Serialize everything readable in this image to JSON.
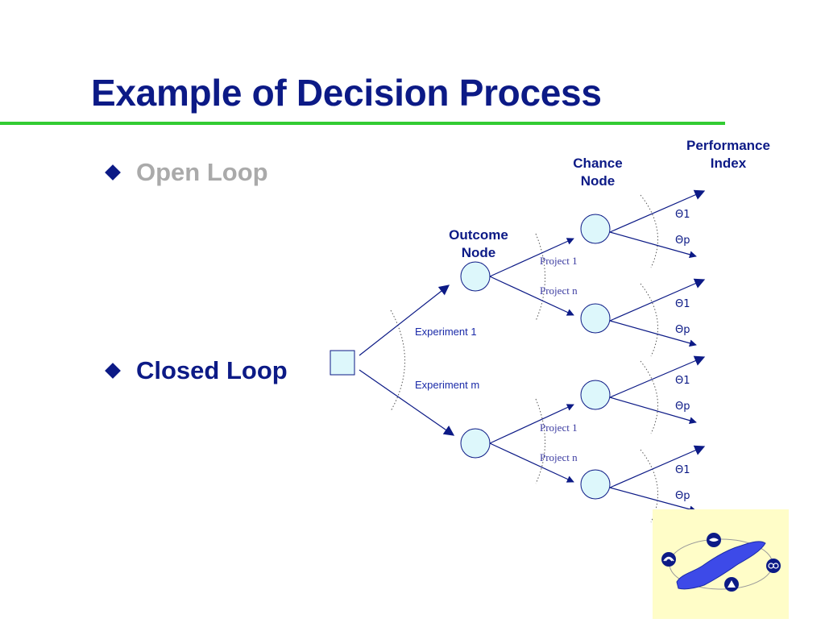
{
  "slide": {
    "title": "Example of Decision Process"
  },
  "bullets": [
    {
      "label": "Open Loop",
      "state": "dimmed",
      "color": "#aaaaaa"
    },
    {
      "label": "Closed Loop",
      "state": "active",
      "color": "#0c1a86"
    }
  ],
  "diagram": {
    "headers": {
      "outcome_node": [
        "Outcome",
        "Node"
      ],
      "chance_node": [
        "Chance",
        "Node"
      ],
      "performance_index": [
        "Performance",
        "Index"
      ]
    },
    "experiment_labels": [
      "Experiment 1",
      "Experiment m"
    ],
    "project_labels": [
      "Project 1",
      "Project n",
      "Project 1",
      "Project n"
    ],
    "outcome_labels": [
      "Θ1",
      "Θp",
      "Θ1",
      "Θp",
      "Θ1",
      "Θp",
      "Θ1",
      "Θp"
    ]
  },
  "colors": {
    "title": "#0c1a86",
    "rule": "#33cc33",
    "node_fill": "#ddf7fb",
    "arrow": "#0c1a86",
    "logo_bg": "#fffdc8",
    "lake": "#3d4ae8"
  },
  "icons": [
    "diamond-bullet-icon",
    "lake-erie-logo-icon"
  ]
}
